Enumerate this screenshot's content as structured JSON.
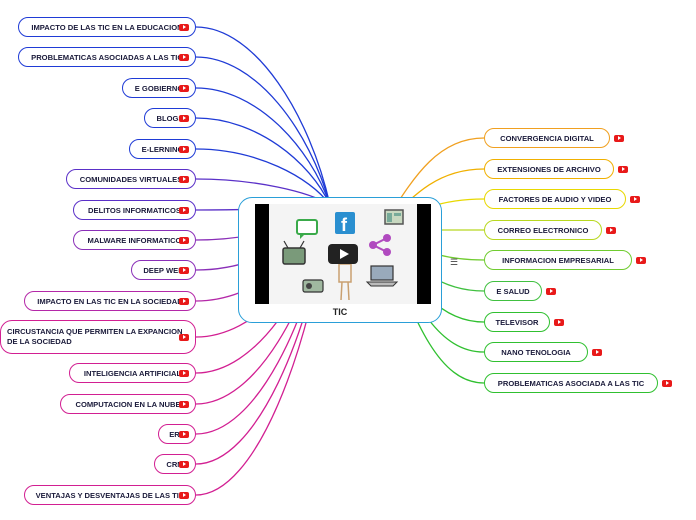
{
  "center": {
    "title": "TIC",
    "border_color": "#2a9fd8",
    "media": "video-thumbnail",
    "thumbnail_icons": [
      "speech-bubble-icon",
      "facebook-icon",
      "web-window-icon",
      "tv-icon",
      "share-icon",
      "radio-icon",
      "laptop-icon",
      "person-icon"
    ]
  },
  "left_topics": [
    {
      "label": "IMPACTO DE LAS TIC EN LA EDUCACION",
      "color": "#1f3bd6"
    },
    {
      "label": "PROBLEMATICAS ASOCIADAS  A LAS TIC",
      "color": "#1f3bd6"
    },
    {
      "label": "E GOBIERNO",
      "color": "#1f3bd6"
    },
    {
      "label": "BLOGS",
      "color": "#1f3bd6"
    },
    {
      "label": "E-LERNING",
      "color": "#1f3bd6"
    },
    {
      "label": "COMUNIDADES VIRTUALES",
      "color": "#5a30c8"
    },
    {
      "label": "DELITOS INFORMATICOS",
      "color": "#5a30c8"
    },
    {
      "label": "MALWARE INFORMATICO",
      "color": "#8a2fb8"
    },
    {
      "label": "DEEP WEB",
      "color": "#8a2fb8"
    },
    {
      "label": "IMPACTO EN LAS TIC EN LA SOCIEDAD",
      "color": "#b428a8"
    },
    {
      "label": "CIRCUSTANCIA QUE PERMITEN LA EXPANCION DE LA SOCIEDAD",
      "color": "#d21f92"
    },
    {
      "label": "INTELIGENCIA ARTIFICIAL",
      "color": "#d21f92"
    },
    {
      "label": "COMPUTACION EN LA NUBE",
      "color": "#d21f92"
    },
    {
      "label": "ERP",
      "color": "#d21f92"
    },
    {
      "label": "CRM",
      "color": "#d21f92"
    },
    {
      "label": "VENTAJAS Y DESVENTAJAS DE LAS TIC",
      "color": "#d21f92"
    }
  ],
  "right_topics": [
    {
      "label": "CONVERGENCIA DIGITAL",
      "color": "#f0a020"
    },
    {
      "label": "EXTENSIONES DE ARCHIVO",
      "color": "#f0b000"
    },
    {
      "label": "FACTORES DE AUDIO Y VIDEO",
      "color": "#e8d800"
    },
    {
      "label": "CORREO ELECTRONICO",
      "color": "#b8d820"
    },
    {
      "label": "INFORMACION EMPRESARIAL",
      "color": "#70cc30"
    },
    {
      "label": "E SALUD",
      "color": "#40c040"
    },
    {
      "label": "TELEVISOR",
      "color": "#30c030"
    },
    {
      "label": "NANO TENOLOGIA",
      "color": "#30c030"
    },
    {
      "label": "PROBLEMATICAS ASOCIADA A LAS TIC",
      "color": "#30c030"
    }
  ],
  "video_badge_color": "#e81919",
  "menu_icon": "hamburger-icon"
}
